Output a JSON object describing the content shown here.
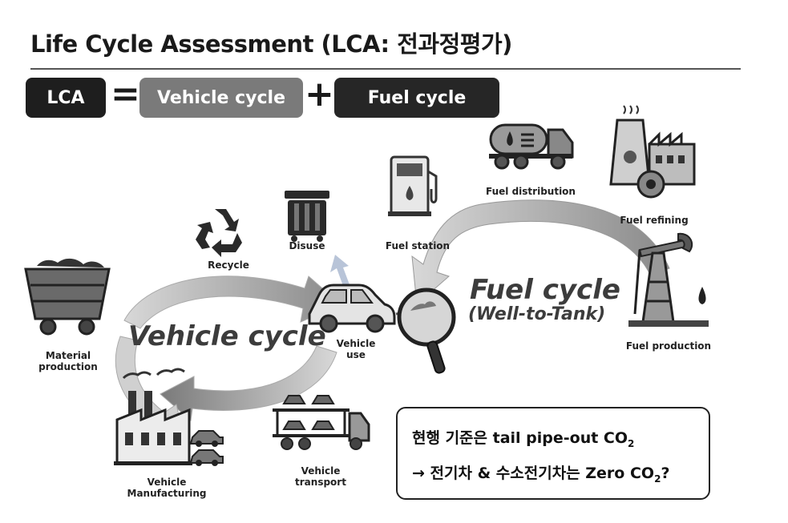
{
  "title": "Life Cycle Assessment (LCA: 전과정평가)",
  "equation": {
    "lca": "LCA",
    "equals": "=",
    "vehicle_cycle": "Vehicle cycle",
    "plus": "+",
    "fuel_cycle": "Fuel cycle"
  },
  "cycle_labels": {
    "vehicle_cycle": "Vehicle cycle",
    "fuel_cycle": "Fuel cycle",
    "fuel_cycle_sub": "(Well-to-Tank)"
  },
  "stages": {
    "recycle": "Recycle",
    "disuse": "Disuse",
    "fuel_station": "Fuel station",
    "fuel_distribution": "Fuel distribution",
    "fuel_refining": "Fuel refining",
    "fuel_production": "Fuel production",
    "material_production_1": "Material",
    "material_production_2": "production",
    "vehicle_use_1": "Vehicle",
    "vehicle_use_2": "use",
    "vehicle_manufacturing_1": "Vehicle",
    "vehicle_manufacturing_2": "Manufacturing",
    "vehicle_transport_1": "Vehicle",
    "vehicle_transport_2": "transport"
  },
  "note": {
    "line1_pre": "현행 기준은 tail pipe-out CO",
    "line1_sub": "2",
    "line2_pre": "→ 전기차 & 수소전기차는 Zero CO",
    "line2_sub": "2",
    "line2_post": "?"
  }
}
